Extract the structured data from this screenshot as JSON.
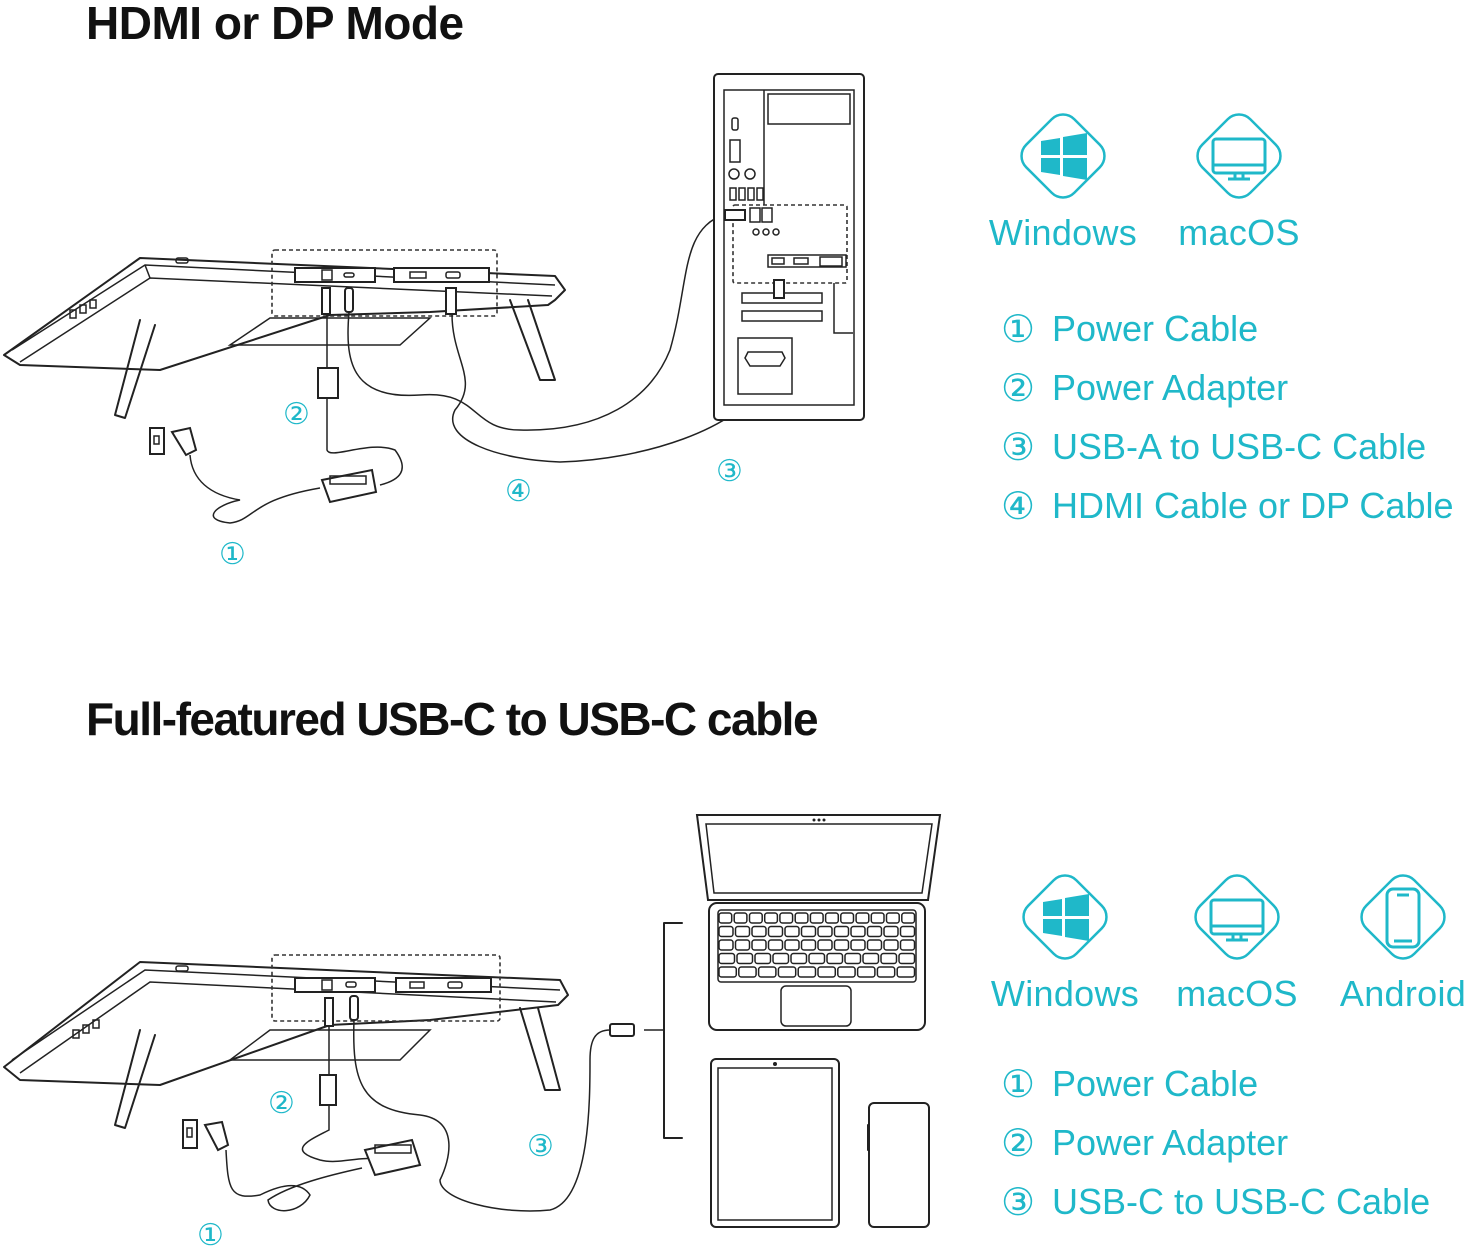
{
  "accent_color": "#1fb8c9",
  "text_color": "#111111",
  "sections": [
    {
      "id": "hdmi-dp",
      "title": "HDMI or DP Mode",
      "diagram_callouts": [
        "①",
        "②",
        "③",
        "④"
      ],
      "diagram_elements": [
        "pen-display-tablet",
        "wall-socket",
        "power-plug",
        "power-adapter",
        "desktop-pc-tower"
      ],
      "compatible_os": [
        {
          "label": "Windows",
          "icon": "windows-icon"
        },
        {
          "label": "macOS",
          "icon": "monitor-icon"
        }
      ],
      "legend": [
        {
          "num": "①",
          "label": "Power Cable"
        },
        {
          "num": "②",
          "label": "Power Adapter"
        },
        {
          "num": "③",
          "label": "USB-A to USB-C Cable"
        },
        {
          "num": "④",
          "label": "HDMI Cable or DP Cable"
        }
      ]
    },
    {
      "id": "usb-c",
      "title": "Full-featured USB-C to USB-C cable",
      "diagram_callouts": [
        "①",
        "②",
        "③"
      ],
      "diagram_elements": [
        "pen-display-tablet",
        "wall-socket",
        "power-plug",
        "power-adapter",
        "laptop",
        "tablet",
        "smartphone"
      ],
      "compatible_os": [
        {
          "label": "Windows",
          "icon": "windows-icon"
        },
        {
          "label": "macOS",
          "icon": "monitor-icon"
        },
        {
          "label": "Android",
          "icon": "phone-icon"
        }
      ],
      "legend": [
        {
          "num": "①",
          "label": "Power Cable"
        },
        {
          "num": "②",
          "label": "Power Adapter"
        },
        {
          "num": "③",
          "label": "USB-C to USB-C Cable"
        }
      ]
    }
  ]
}
